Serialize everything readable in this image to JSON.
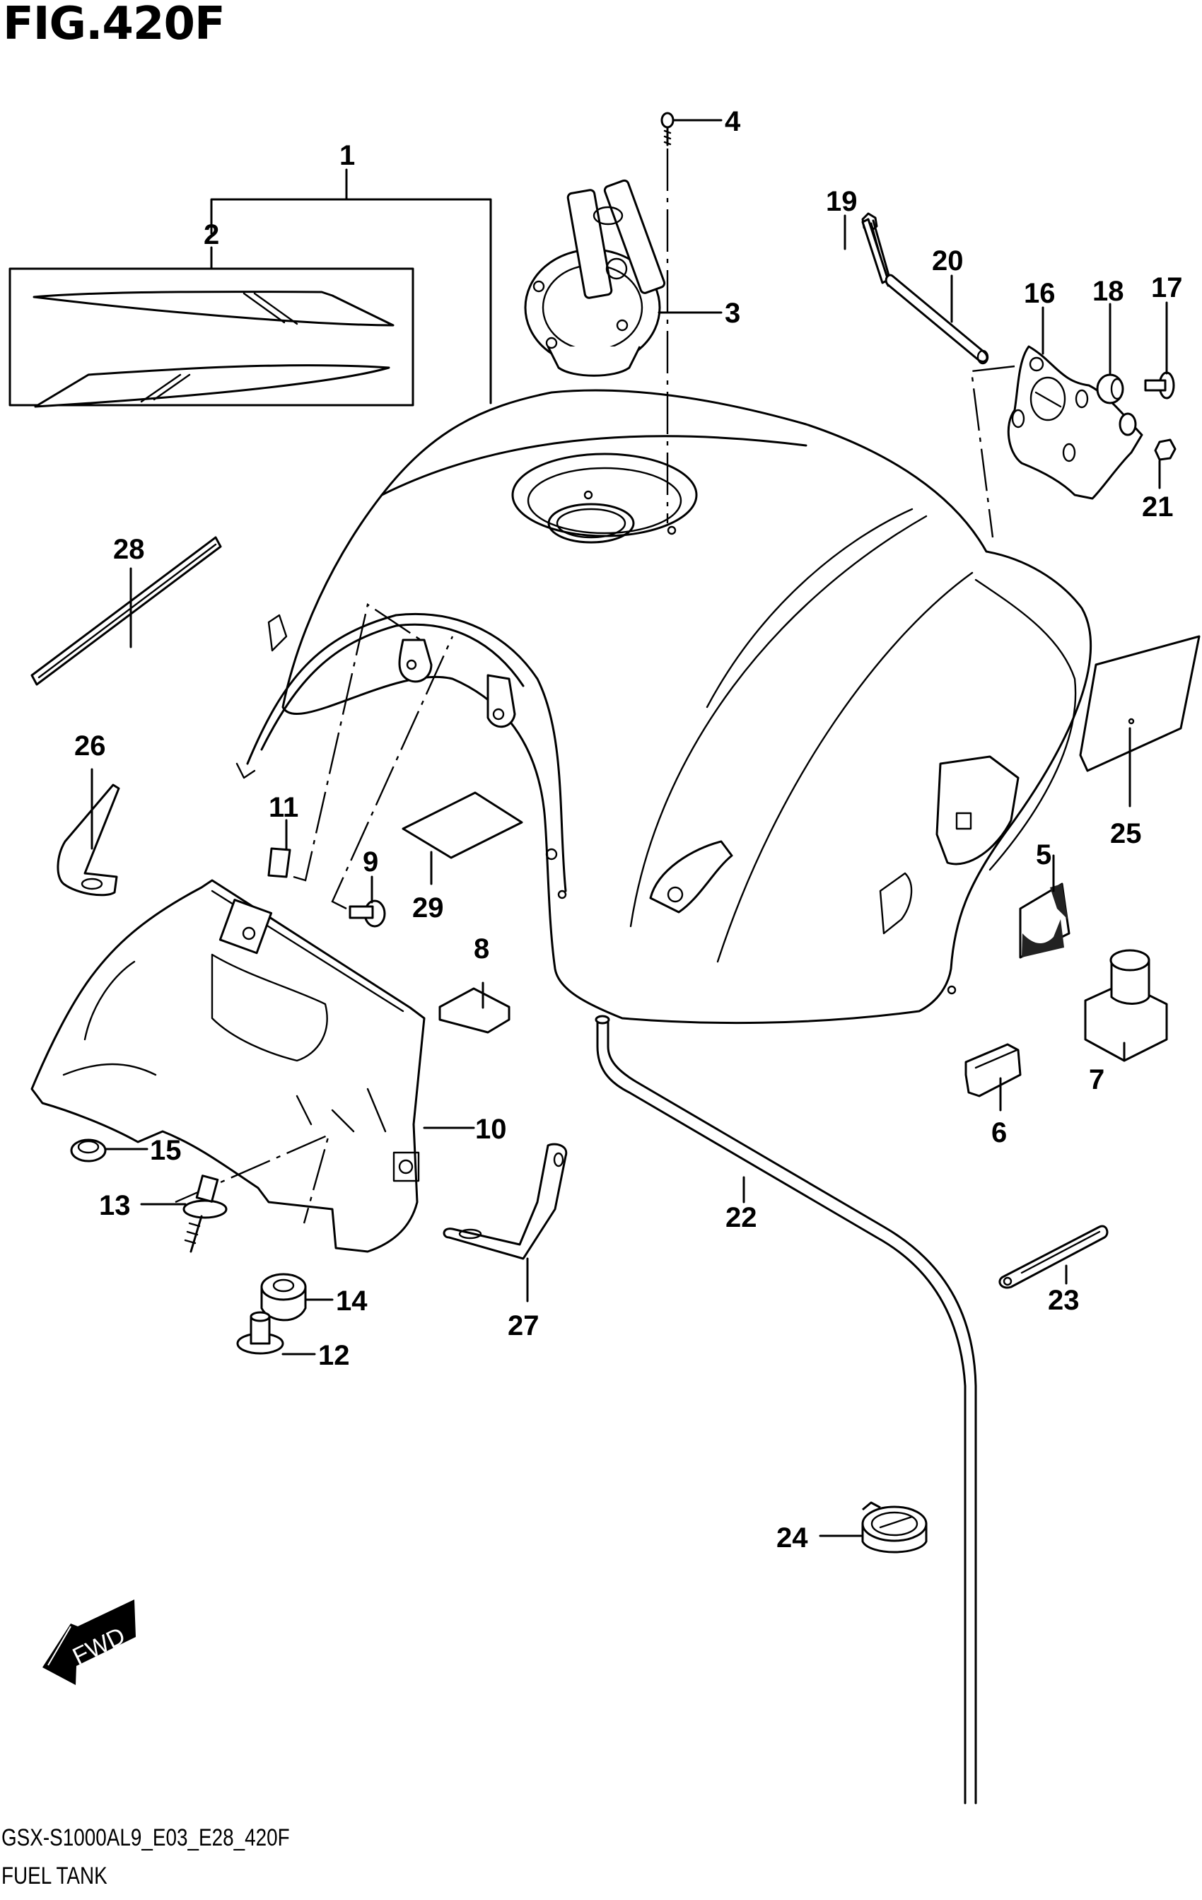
{
  "figure": {
    "title": "FIG.420F",
    "model_code": "GSX-S1000AL9_E03_E28_420F",
    "section_name": "FUEL TANK"
  },
  "direction_indicator": {
    "label": "FWD",
    "icon": "forward-arrow-icon"
  },
  "callouts": {
    "1": "1",
    "2": "2",
    "3": "3",
    "4": "4",
    "5": "5",
    "6": "6",
    "7": "7",
    "8": "8",
    "9": "9",
    "10": "10",
    "11": "11",
    "12": "12",
    "13": "13",
    "14": "14",
    "15": "15",
    "16": "16",
    "17": "17",
    "18": "18",
    "19": "19",
    "20": "20",
    "21": "21",
    "22": "22",
    "23": "23",
    "24": "24",
    "25": "25",
    "26": "26",
    "27": "27",
    "28": "28",
    "29": "29"
  }
}
